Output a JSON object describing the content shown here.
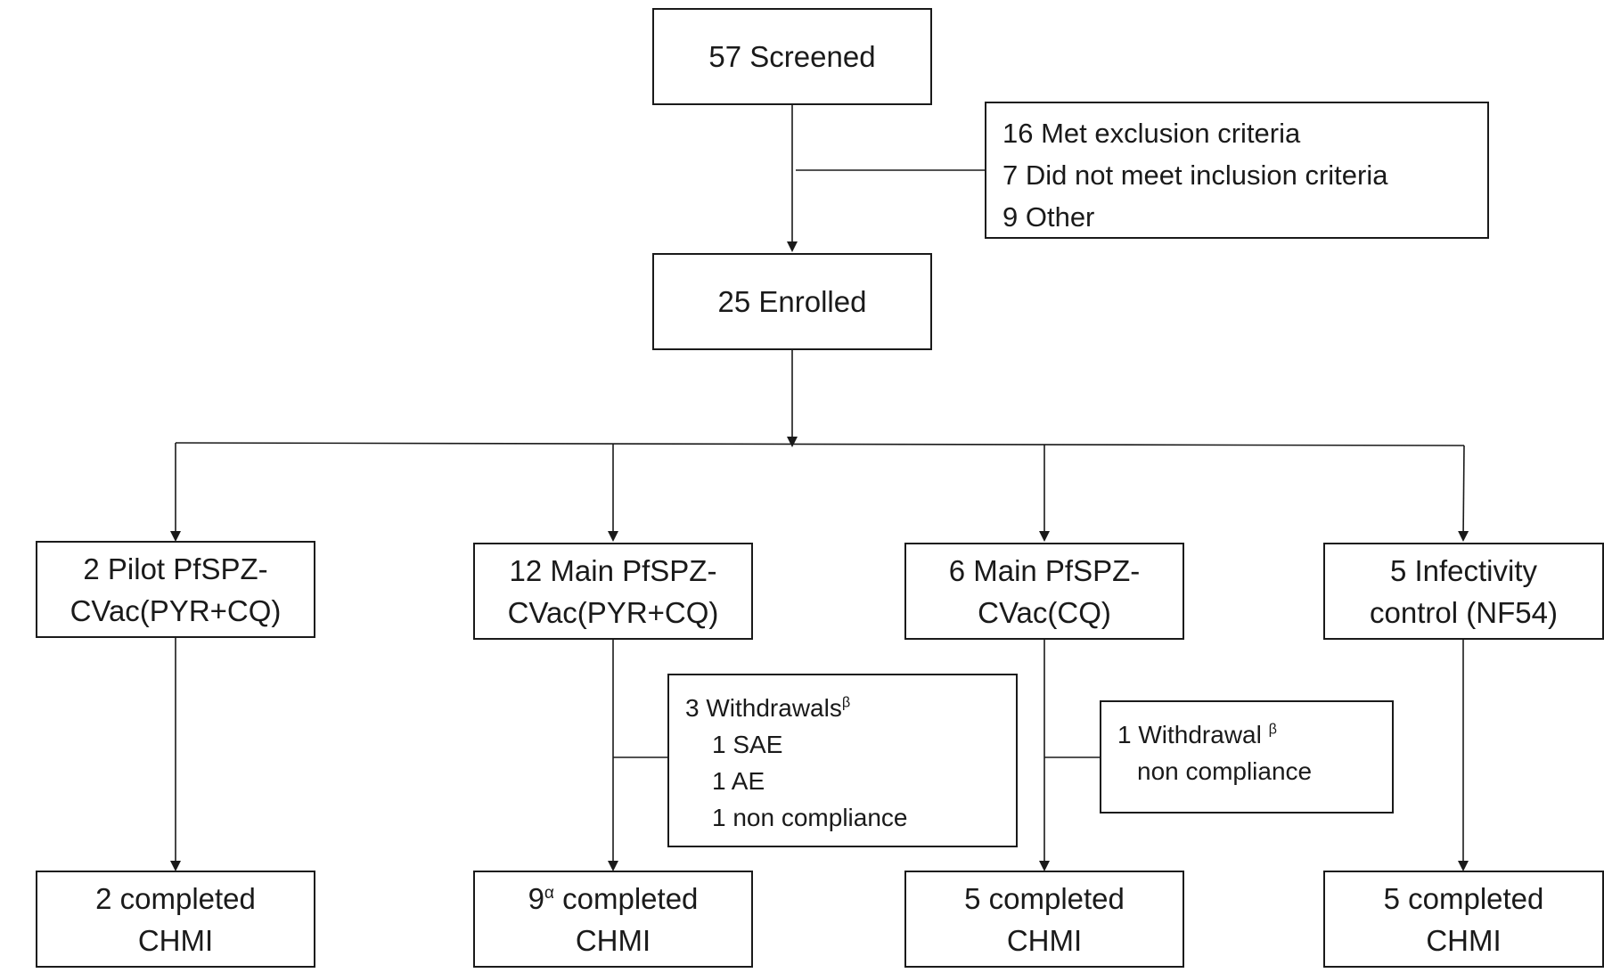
{
  "screened": "57 Screened",
  "exclusions": {
    "line1": "16 Met exclusion criteria",
    "line2": "7 Did not meet inclusion criteria",
    "line3": "9 Other"
  },
  "enrolled": "25 Enrolled",
  "groups": [
    {
      "line1": "2 Pilot PfSPZ-",
      "line2": "CVac(PYR+CQ)"
    },
    {
      "line1": "12 Main PfSPZ-",
      "line2": "CVac(PYR+CQ)"
    },
    {
      "line1": "6 Main PfSPZ-",
      "line2": "CVac(CQ)"
    },
    {
      "line1": "5 Infectivity",
      "line2": "control (NF54)"
    }
  ],
  "withdrawals_main_pyr": {
    "title": "3 Withdrawals",
    "title_sup": "β",
    "items": [
      "1 SAE",
      "1 AE",
      "1 non compliance"
    ]
  },
  "withdrawals_main_cq": {
    "title": "1 Withdrawal",
    "title_sup": "β",
    "items": [
      "non compliance"
    ]
  },
  "completed": [
    {
      "count": "2",
      "sup": "",
      "text": " completed",
      "line2": "CHMI"
    },
    {
      "count": "9",
      "sup": "α",
      "text": " completed",
      "line2": "CHMI"
    },
    {
      "count": "5",
      "sup": "",
      "text": " completed",
      "line2": "CHMI"
    },
    {
      "count": "5",
      "sup": "",
      "text": " completed",
      "line2": "CHMI"
    }
  ]
}
